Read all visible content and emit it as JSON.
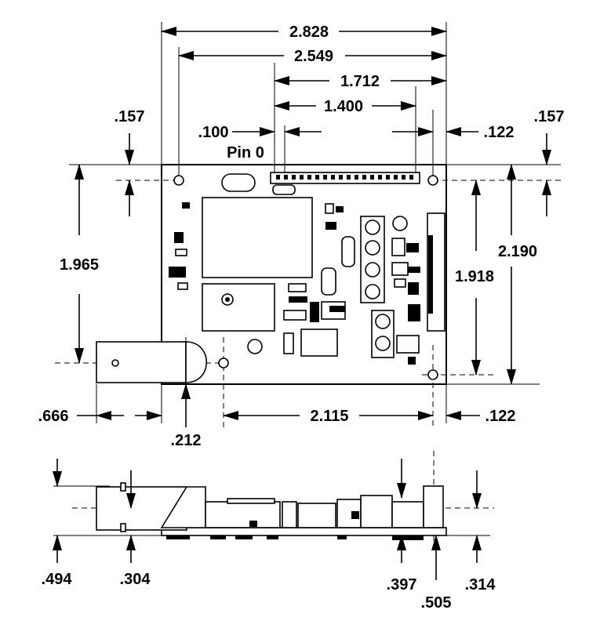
{
  "top_view": {
    "dimensions": {
      "overall_width": "2.828",
      "hole_to_edge_width": "2.549",
      "header_to_edge": "1.712",
      "header_length": "1.400",
      "pin_pitch": ".100",
      "pin_label": "Pin 0",
      "left_hole_offset_top": ".157",
      "right_hole_offset_top": ".157",
      "right_hole_offset_side_top": ".122",
      "left_hole_span": "1.965",
      "right_hole_span": "1.918",
      "overall_height": "2.190",
      "connector_overhang": ".666",
      "connector_center_offset": ".212",
      "bottom_hole_span": "2.115",
      "right_hole_offset_side_bottom": ".122"
    }
  },
  "side_view": {
    "dimensions": {
      "connector_height": ".494",
      "connector_center_height": ".304",
      "component_height_a": ".397",
      "component_height_b": ".505",
      "component_height_c": ".314"
    }
  }
}
